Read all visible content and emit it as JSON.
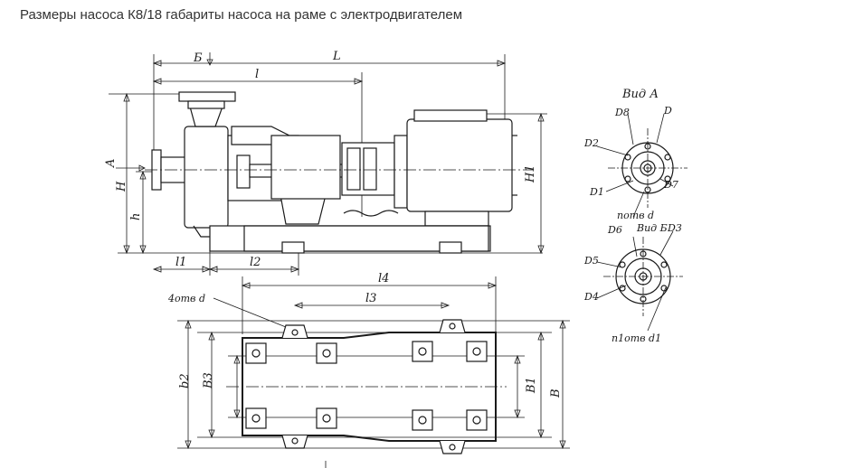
{
  "title": "Размеры насоса К8/18 габариты  насоса  на раме с электродвигателем",
  "labels": {
    "B_top": "Б",
    "L": "L",
    "l": "l",
    "A": "A",
    "H": "H",
    "h": "h",
    "H1": "H1",
    "l1": "l1",
    "l2": "l2",
    "l4": "l4",
    "l3": "l3",
    "holes_4": "4отв d",
    "b2": "b2",
    "B3": "B3",
    "B1": "B1",
    "B": "B",
    "view_A": "Вид А",
    "D8": "D8",
    "D": "D",
    "D2": "D2",
    "D1": "D1",
    "D7": "D7",
    "n_holes_d": "nотв d",
    "view_B": "Вид Б",
    "D6": "D6",
    "D3": "D3",
    "D5": "D5",
    "D4": "D4",
    "n1_holes_d1": "n1отв d1"
  }
}
